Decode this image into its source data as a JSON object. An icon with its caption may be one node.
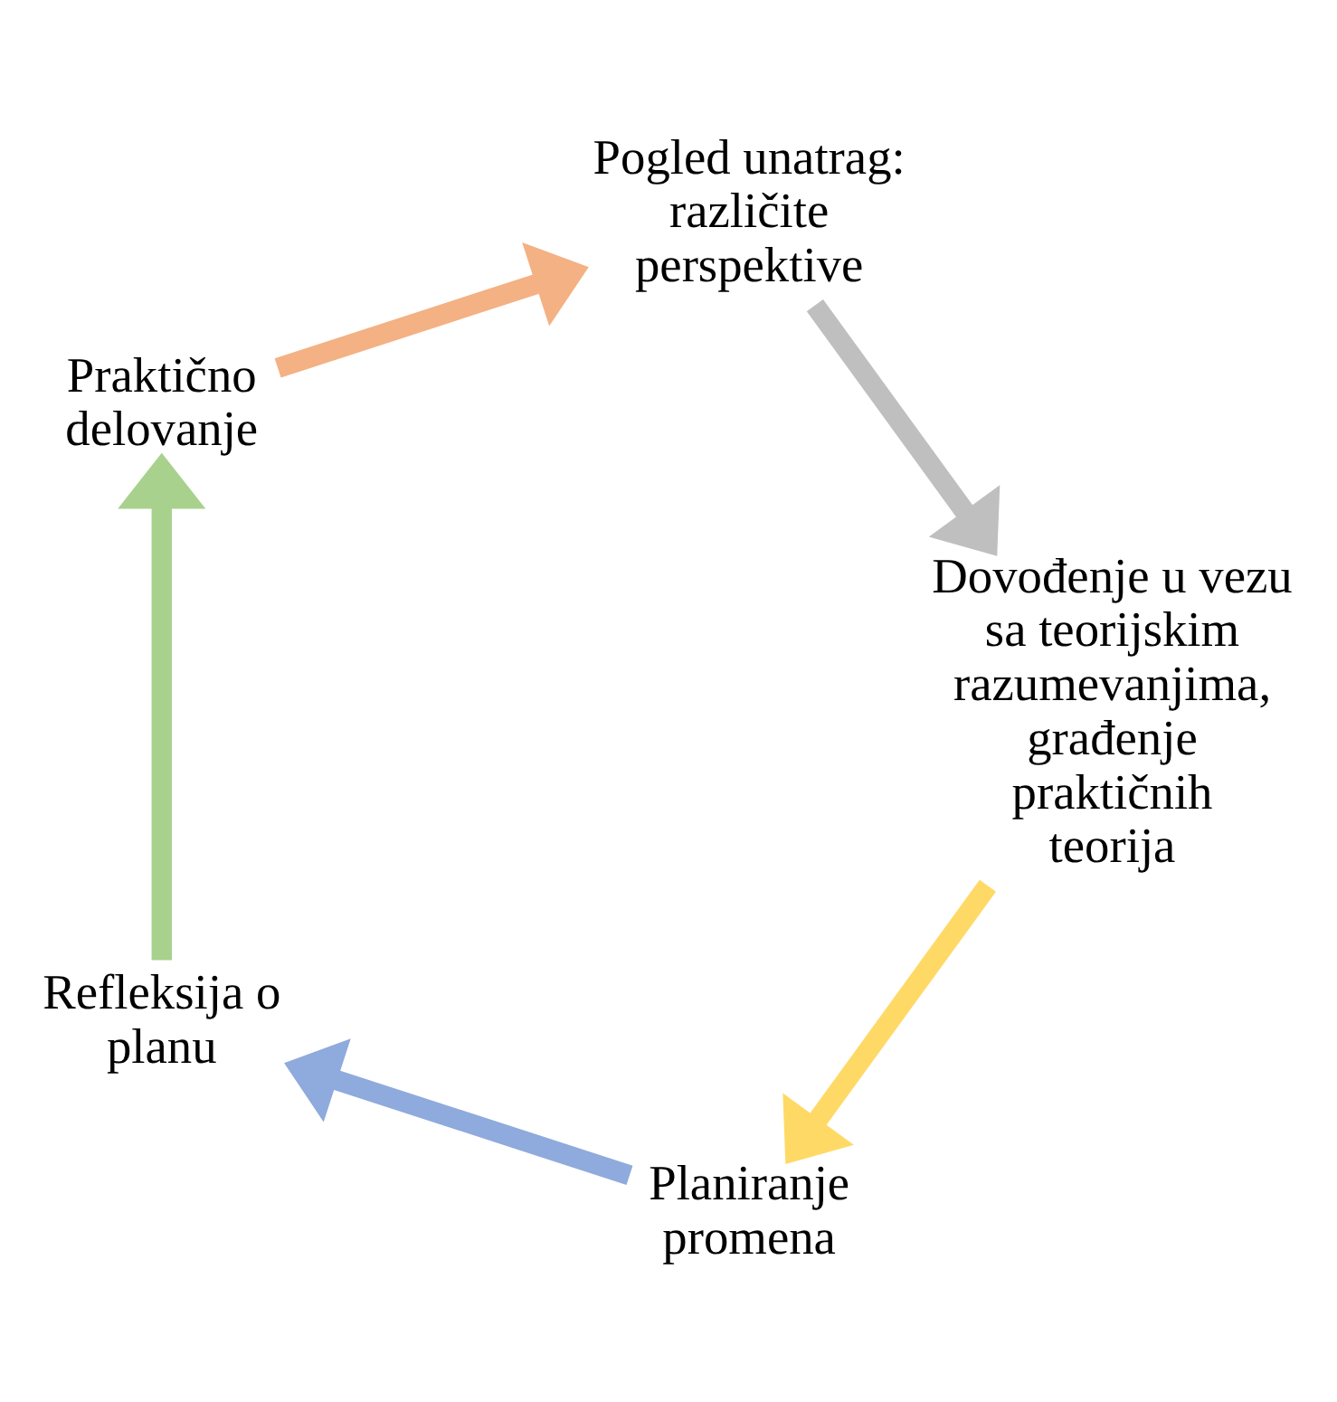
{
  "diagram": {
    "nodes": [
      {
        "text": [
          "Refleksija o planu"
        ]
      },
      {
        "text": [
          "Praktično delovanje"
        ]
      },
      {
        "text": [
          "Pogled unatrag: različite perspektive"
        ]
      },
      {
        "text": [
          "Dovođenje u vezu sa teorijskim razumevanjima, građenje praktičnih teorija"
        ]
      },
      {
        "text": [
          "Planiranje promena"
        ]
      }
    ],
    "edges": [
      {
        "from": 0,
        "to": 1,
        "arrow": "to",
        "color": "#a9d18e"
      },
      {
        "from": 1,
        "to": 2,
        "arrow": "to",
        "color": "#f4b183"
      },
      {
        "from": 2,
        "to": 3,
        "arrow": "to",
        "color": "#bfbfbf"
      },
      {
        "from": 3,
        "to": 4,
        "arrow": "to",
        "color": "#ffd966"
      },
      {
        "from": 4,
        "to": 0,
        "arrow": "to",
        "color": "#8faadc"
      }
    ]
  }
}
